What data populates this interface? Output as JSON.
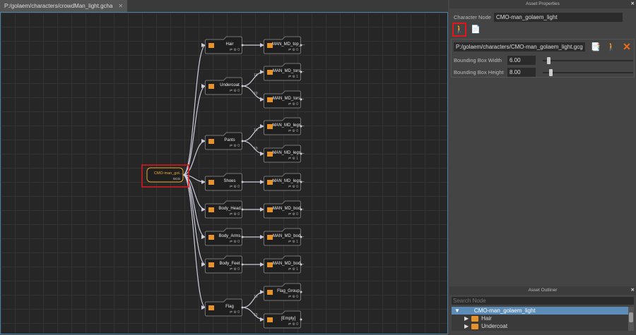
{
  "tab": {
    "title": "P:/golaem/characters/crowdMan_light.gcha",
    "close": "✕"
  },
  "graph": {
    "root": {
      "label": "CMO-man_gol...",
      "badge": "GCG"
    },
    "groups": [
      {
        "label": "Hair",
        "count": "0",
        "children": [
          {
            "label": "MAN_MD_top_...",
            "count": "0"
          }
        ]
      },
      {
        "label": "Undercoat",
        "count": "0",
        "children": [
          {
            "label": "MAN_MD_tors...",
            "count": "1",
            "edge": "10"
          },
          {
            "label": "MAN_MD_tors...",
            "count": "0",
            "edge": "10"
          }
        ]
      },
      {
        "label": "Pants",
        "count": "0",
        "children": [
          {
            "label": "MAN_MD_legs...",
            "count": "0",
            "edge": "10"
          },
          {
            "label": "MAN_MD_legs...",
            "count": "1",
            "edge": "10"
          }
        ]
      },
      {
        "label": "Shoes",
        "count": "0",
        "children": [
          {
            "label": "MAN_MD_legs...",
            "count": "0"
          }
        ]
      },
      {
        "label": "Body_Head",
        "count": "0",
        "children": [
          {
            "label": "MAN_MD_bod...",
            "count": "0"
          }
        ]
      },
      {
        "label": "Body_Arms",
        "count": "0",
        "children": [
          {
            "label": "MAN_MD_bod...",
            "count": "1"
          }
        ]
      },
      {
        "label": "Body_Feet",
        "count": "0",
        "children": [
          {
            "label": "MAN_MD_bod...",
            "count": "1"
          }
        ]
      },
      {
        "label": "Flag",
        "count": "0",
        "children": [
          {
            "label": "Flag_Group",
            "count": "0",
            "edge": "10"
          },
          {
            "label": "[Empty]",
            "count": "0",
            "edge": "10"
          }
        ]
      }
    ]
  },
  "properties": {
    "title": "Asset Properties",
    "close": "✕",
    "character_node_label": "Character Node",
    "character_node_value": "CMO-man_golaem_light",
    "file_path": "P:/golaem/characters/CMO-man_golaem_light.gcg",
    "bbox_width_label": "Bounding Box Width",
    "bbox_width": "6.00",
    "bbox_width_slider": 0.05,
    "bbox_height_label": "Bounding Box Height",
    "bbox_height": "8.00",
    "bbox_height_slider": 0.07
  },
  "outliner": {
    "title": "Asset Outliner",
    "close": "✕",
    "search_placeholder": "Search Node",
    "root": "CMO-man_golaem_light",
    "items": [
      "Hair",
      "Undercoat"
    ]
  },
  "colors": {
    "accent": "#e8922a",
    "selection": "#5b8db8",
    "highlight": "#e0161a"
  }
}
